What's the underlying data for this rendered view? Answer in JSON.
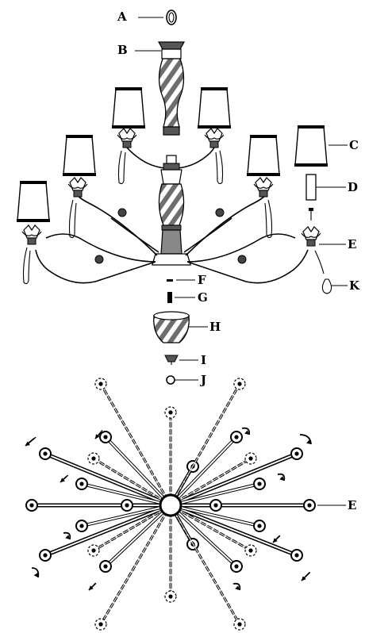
{
  "labels": {
    "A": "A",
    "B": "B",
    "C": "C",
    "D": "D",
    "E": "E",
    "F": "F",
    "G": "G",
    "H": "H",
    "I": "I",
    "J": "J",
    "K": "K",
    "E2": "E"
  },
  "colors": {
    "ink": "#000000",
    "paper": "#ffffff",
    "fill_grey": "#8a8a8a"
  }
}
